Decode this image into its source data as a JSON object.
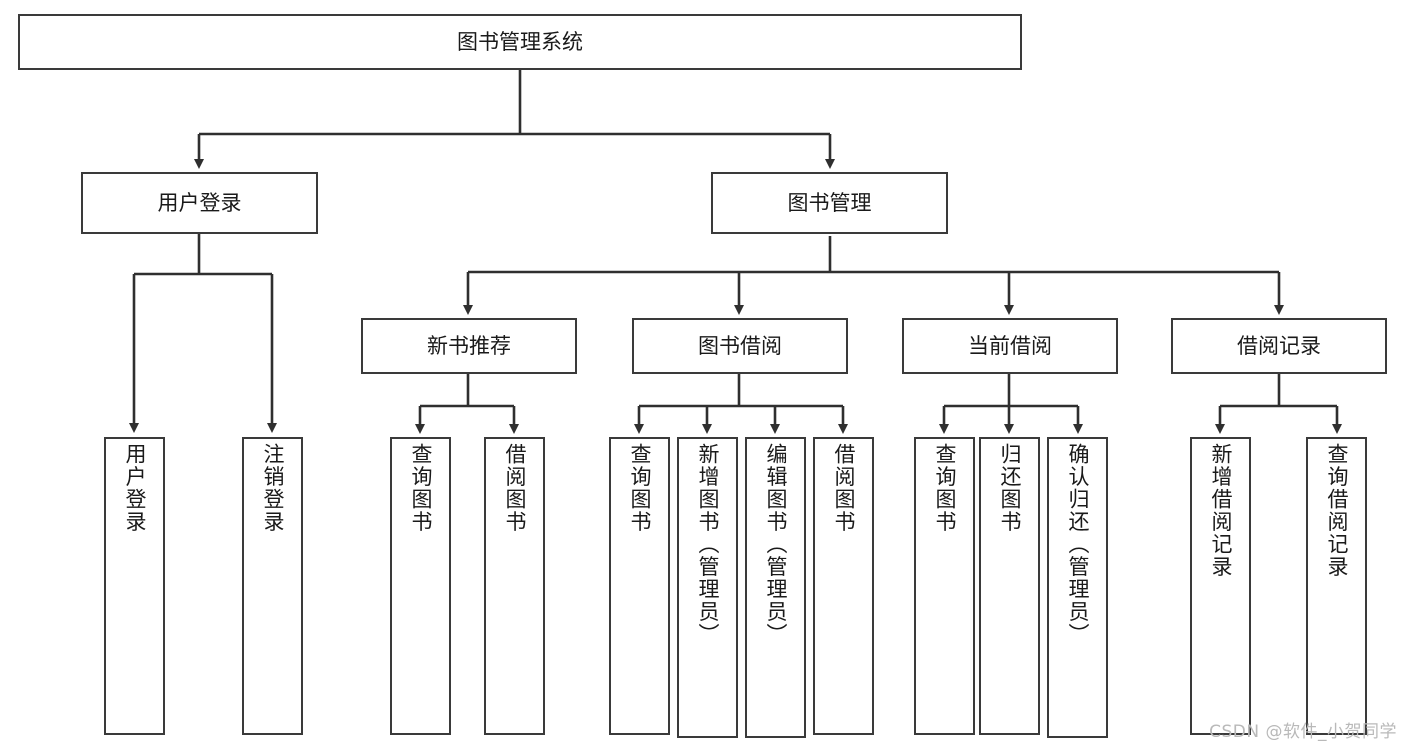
{
  "diagram": {
    "title": "图书管理系统",
    "type": "tree-hierarchy-chart",
    "watermark": "CSDN @软件_小贺同学",
    "line_color": "#3a3a3a",
    "background_color": "#ffffff",
    "text_color": "#1a1a1a",
    "root": {
      "id": "root",
      "label": "图书管理系统"
    },
    "level2": [
      {
        "id": "user-login",
        "label": "用户登录"
      },
      {
        "id": "book-management",
        "label": "图书管理"
      }
    ],
    "level3": [
      {
        "id": "new-book-recommend",
        "label": "新书推荐",
        "parent": "book-management"
      },
      {
        "id": "book-borrow",
        "label": "图书借阅",
        "parent": "book-management"
      },
      {
        "id": "current-borrow",
        "label": "当前借阅",
        "parent": "book-management"
      },
      {
        "id": "borrow-record",
        "label": "借阅记录",
        "parent": "book-management"
      }
    ],
    "leaves": {
      "user_login": [
        {
          "id": "leaf-user-login",
          "label": "用户登录"
        },
        {
          "id": "leaf-logout-login",
          "label": "注销登录"
        }
      ],
      "new_book_recommend": [
        {
          "id": "leaf-query-book-1",
          "label": "查询图书"
        },
        {
          "id": "leaf-borrow-book-1",
          "label": "借阅图书"
        }
      ],
      "book_borrow": [
        {
          "id": "leaf-query-book-2",
          "label": "查询图书"
        },
        {
          "id": "leaf-add-book",
          "label": "新增图书（管理员）"
        },
        {
          "id": "leaf-edit-book",
          "label": "编辑图书（管理员）"
        },
        {
          "id": "leaf-borrow-book-2",
          "label": "借阅图书"
        }
      ],
      "current_borrow": [
        {
          "id": "leaf-query-book-3",
          "label": "查询图书"
        },
        {
          "id": "leaf-return-book",
          "label": "归还图书"
        },
        {
          "id": "leaf-confirm-return",
          "label": "确认归还（管理员）"
        }
      ],
      "borrow_record": [
        {
          "id": "leaf-add-record",
          "label": "新增借阅记录"
        },
        {
          "id": "leaf-query-record",
          "label": "查询借阅记录"
        }
      ]
    }
  }
}
